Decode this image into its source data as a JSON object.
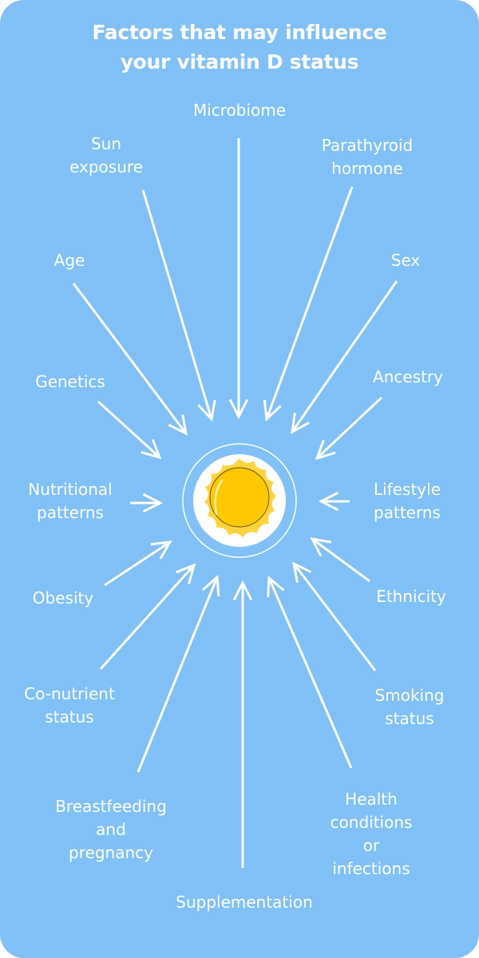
{
  "title": {
    "line1": "Factors that may influence",
    "line2": "your vitamin D status"
  },
  "colors": {
    "background": "#80c0f6",
    "foreground": "#ffffff",
    "sun_core": "#ffc800",
    "sun_rays": "#ffd33d"
  },
  "center_icon": "sun-icon",
  "factors": [
    {
      "label": "Microbiome"
    },
    {
      "label": "Sun\nexposure"
    },
    {
      "label": "Parathyroid\nhormone"
    },
    {
      "label": "Age"
    },
    {
      "label": "Sex"
    },
    {
      "label": "Genetics"
    },
    {
      "label": "Ancestry"
    },
    {
      "label": "Nutritional\npatterns"
    },
    {
      "label": "Lifestyle\npatterns"
    },
    {
      "label": "Obesity"
    },
    {
      "label": "Ethnicity"
    },
    {
      "label": "Co-nutrient\nstatus"
    },
    {
      "label": "Smoking\nstatus"
    },
    {
      "label": "Breastfeeding\nand\npregnancy"
    },
    {
      "label": "Health\nconditions\nor\ninfections"
    },
    {
      "label": "Supplementation"
    }
  ]
}
